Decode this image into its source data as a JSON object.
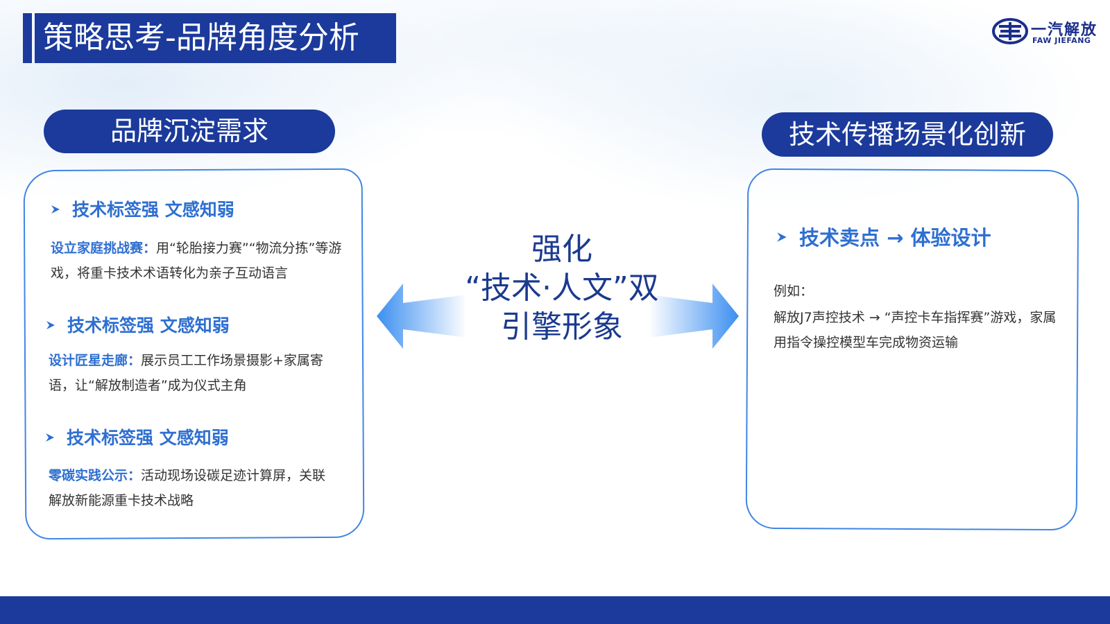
{
  "title": "策略思考-品牌角度分析",
  "logo": {
    "cn": "一汽解放",
    "en": "FAW JIEFANG"
  },
  "left": {
    "pill": "品牌沉淀需求",
    "sections": [
      {
        "heading": "技术标签强 文感知弱",
        "lead": "设立家庭挑战赛：",
        "body": "用“轮胎接力赛”“物流分拣”等游戏，将重卡技术术语转化为亲子互动语言"
      },
      {
        "heading": "技术标签强 文感知弱",
        "lead": "设计匠星走廊：",
        "body": "展示员工工作场景摄影+家属寄语，让“解放制造者”成为仪式主角"
      },
      {
        "heading": "技术标签强 文感知弱",
        "lead": "零碳实践公示：",
        "body": "活动现场设碳足迹计算屏，关联解放新能源重卡技术战略"
      }
    ]
  },
  "center": {
    "line1": "强化",
    "line2": "“技术·人文”双",
    "line3": "引擎形象"
  },
  "right": {
    "pill": "技术传播场景化创新",
    "heading": "技术卖点 → 体验设计",
    "example_label": "例如：",
    "example_body": "解放J7声控技术 → “声控卡车指挥赛”游戏，家属用指令操控模型车完成物资运输"
  },
  "colors": {
    "navy": "#1b3a9b",
    "accent_blue": "#2e6fd1",
    "panel_border": "#3f86e4"
  }
}
